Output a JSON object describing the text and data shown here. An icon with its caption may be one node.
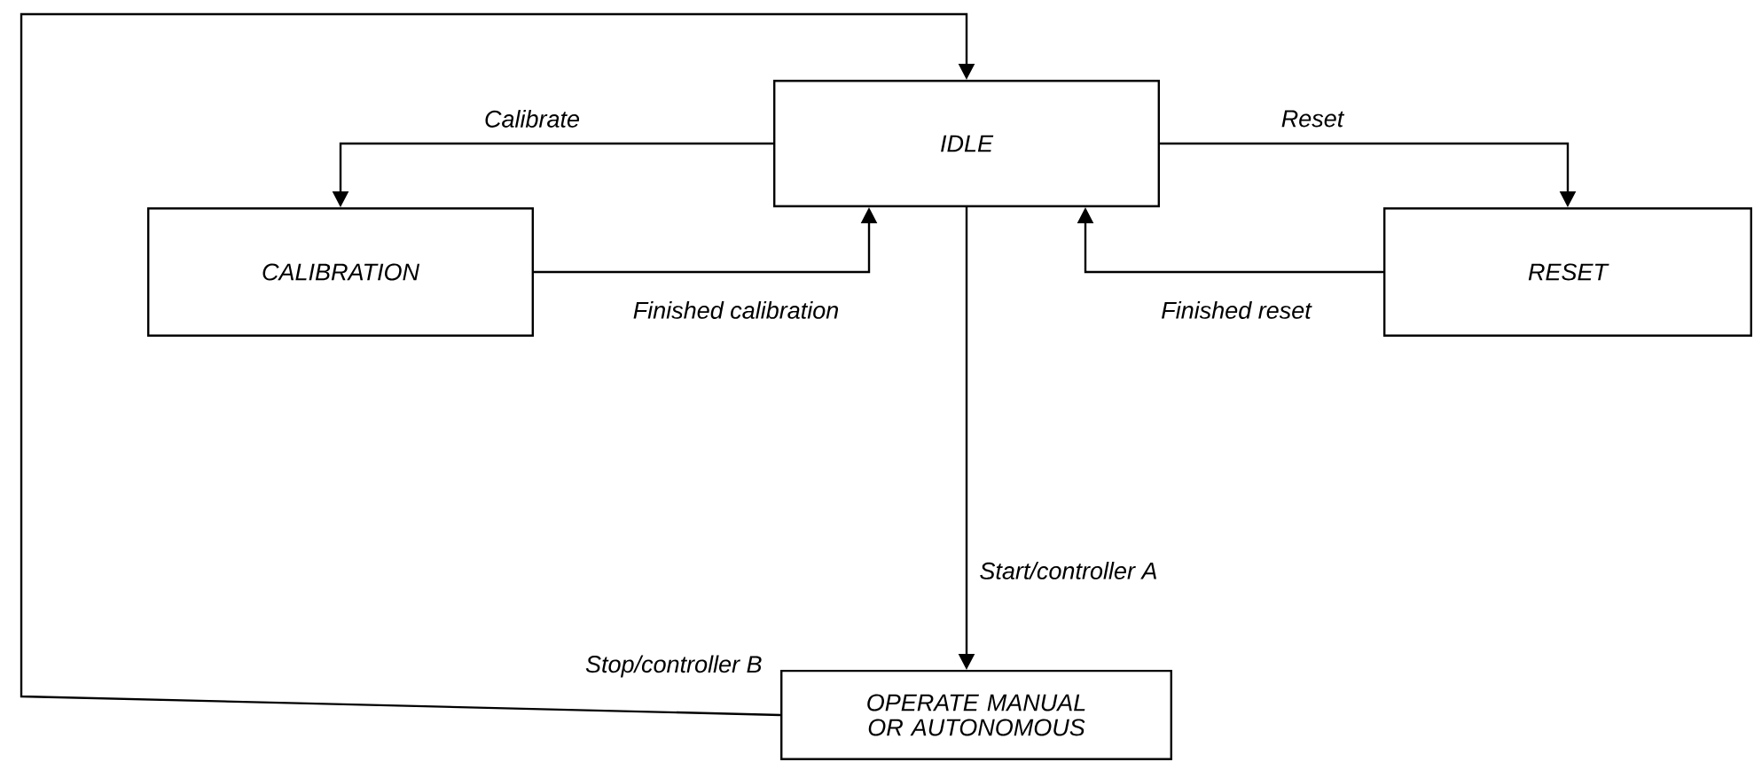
{
  "diagram": {
    "nodes": [
      {
        "text": [
          "IDLE"
        ]
      },
      {
        "text": [
          "CALIBRATION"
        ]
      },
      {
        "text": [
          "RESET"
        ]
      },
      {
        "text": [
          "OPERATE MANUAL OR AUTONOMOUS"
        ]
      }
    ],
    "edges": [
      {
        "from": 0,
        "to": 1,
        "arrow": "to",
        "label": "Calibrate"
      },
      {
        "from": 1,
        "to": 0,
        "arrow": "to",
        "label": "Finished  calibration"
      },
      {
        "from": 0,
        "to": 2,
        "arrow": "to",
        "label": "Reset"
      },
      {
        "from": 2,
        "to": 0,
        "arrow": "to",
        "label": "Finished reset"
      },
      {
        "from": 0,
        "to": 3,
        "arrow": "to",
        "label": "Start/controller A"
      },
      {
        "from": 3,
        "to": 0,
        "arrow": "to",
        "label": "Stop/controller B"
      }
    ]
  }
}
